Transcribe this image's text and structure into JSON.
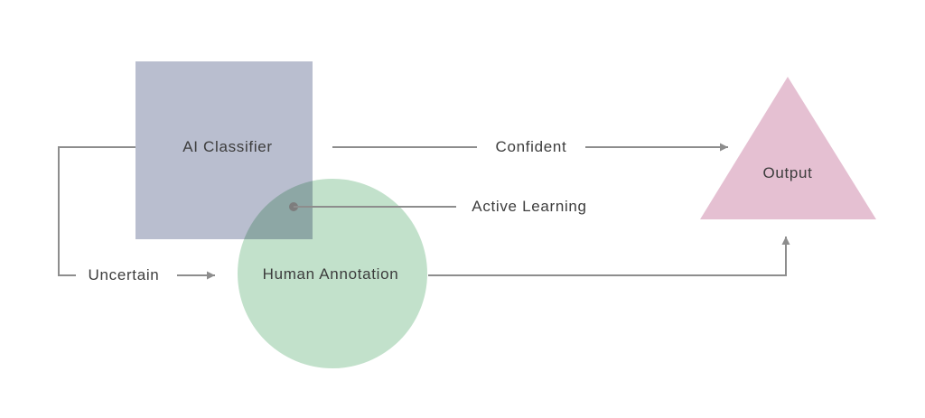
{
  "colors": {
    "background": "#ffffff",
    "classifier": "#b9becf",
    "annotation": "#c2e1cb",
    "output": "#e5c0d2",
    "line": "#8d8d8d",
    "dot": "#7d7d7d",
    "text": "#3d3d3d"
  },
  "nodes": {
    "classifier": {
      "label": "AI Classifier"
    },
    "annotation": {
      "label": "Human Annotation"
    },
    "output": {
      "label": "Output"
    }
  },
  "edges": {
    "confident": {
      "label": "Confident"
    },
    "active_learning": {
      "label": "Active Learning"
    },
    "uncertain": {
      "label": "Uncertain"
    }
  }
}
